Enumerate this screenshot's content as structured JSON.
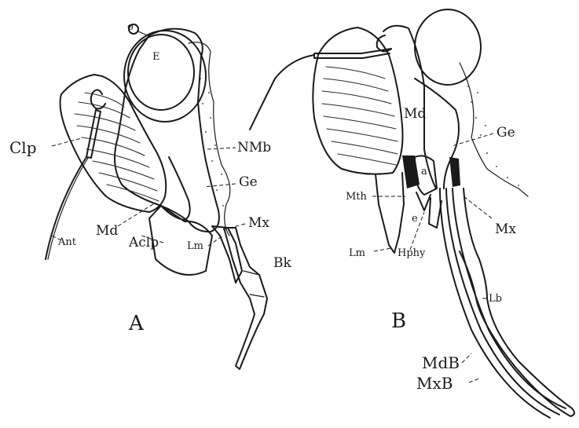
{
  "figures": [
    {
      "id": "A",
      "caption": "A",
      "labels": {
        "o": "o",
        "eye": "E",
        "clypeus": "Clp",
        "notum": "NMb",
        "gena": "Ge",
        "maxilla": "Mx",
        "antenna": "Ant",
        "mandible": "Md",
        "anteclypeus": "Aclp",
        "labrum": "Lm",
        "beak": "Bk"
      }
    },
    {
      "id": "B",
      "caption": "B",
      "labels": {
        "mandible": "Md",
        "gena": "Ge",
        "a": "a",
        "mouth": "Mth",
        "e": "e",
        "maxilla": "Mx",
        "labrum": "Lm",
        "hypopharynx": "Hphy",
        "labium": "Lb",
        "mandibular_bristle": "MdB",
        "maxillary_bristle": "MxB"
      }
    }
  ]
}
